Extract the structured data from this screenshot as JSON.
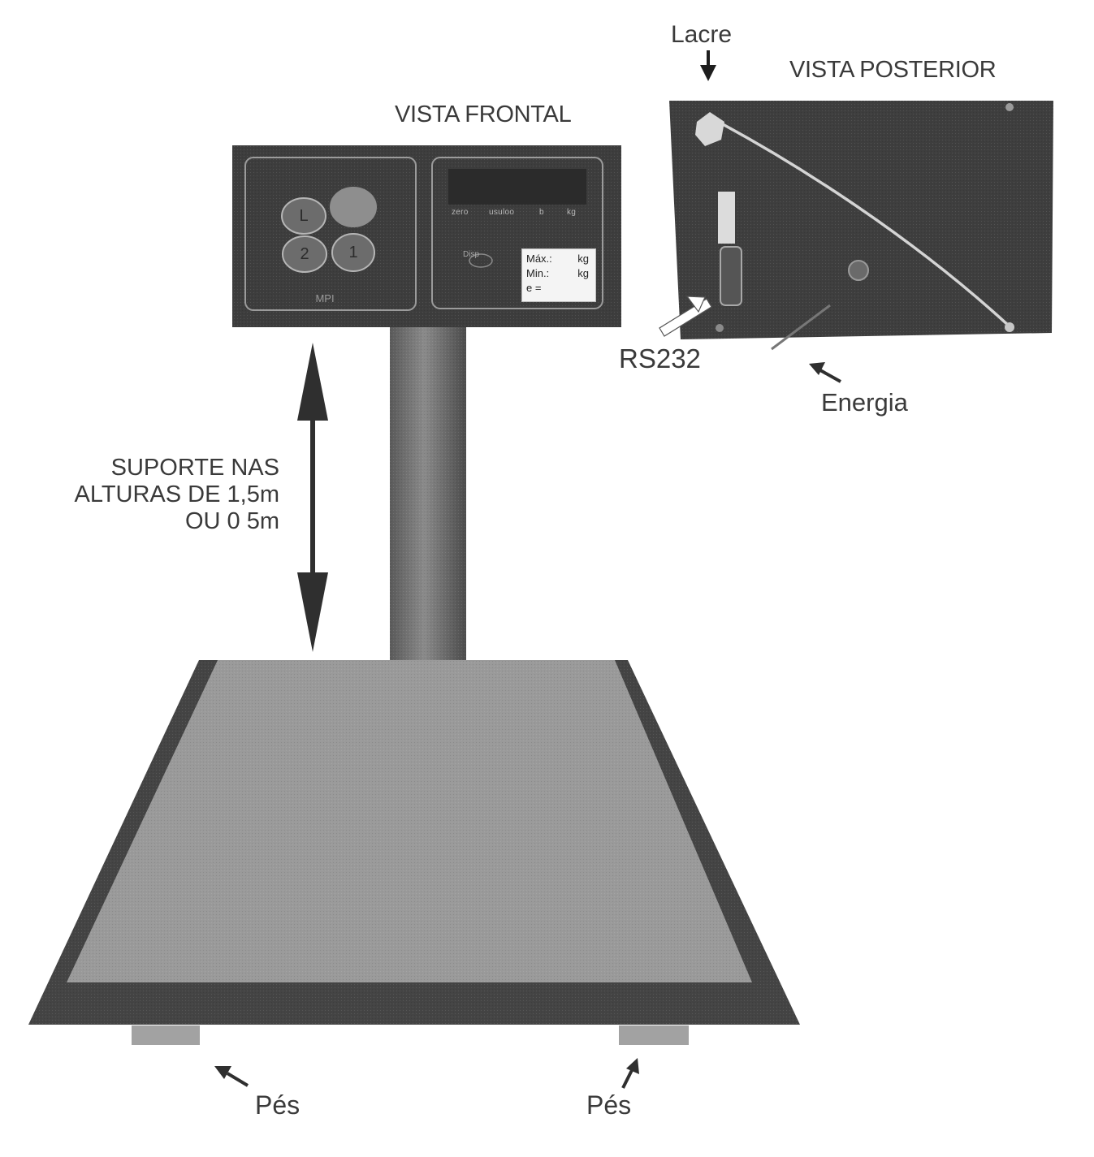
{
  "title_front": "VISTA FRONTAL",
  "title_rear": "VISTA POSTERIOR",
  "labels": {
    "lacre": "Lacre",
    "rs232": "RS232",
    "energia": "Energia",
    "pes_left": "Pés",
    "pes_right": "Pés"
  },
  "support_text": {
    "line1": "SUPORTE NAS",
    "line2": "ALTURAS DE 1,5m",
    "line3": "OU 0 5m"
  },
  "keypad": {
    "keys": [
      "L",
      "",
      "2",
      "1"
    ],
    "brand": "MPI"
  },
  "display": {
    "indicators": [
      "zero",
      "usuloo",
      "b",
      "kg"
    ],
    "button_label": "Disp"
  },
  "plate": {
    "max_label": "Máx.:",
    "max_unit": "kg",
    "min_label": "Min.:",
    "min_unit": "kg",
    "e_label": "e ="
  },
  "colors": {
    "ink": "#3a3a3a",
    "panel": "#3d3d3d",
    "platform_top": "#9a9a9a",
    "platform_base": "#444444",
    "arrow": "#2f2f2f"
  }
}
